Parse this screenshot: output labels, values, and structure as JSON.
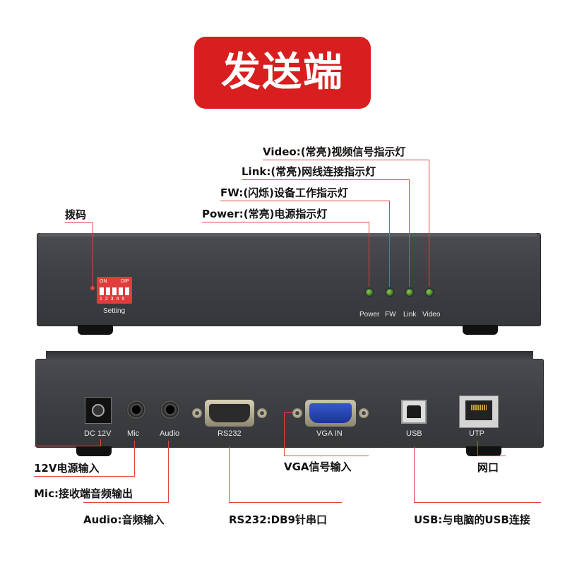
{
  "header": {
    "title": "发送端"
  },
  "front_panel": {
    "callouts": {
      "video": "Video:(常亮)视频信号指示灯",
      "link": "Link:(常亮)网线连接指示灯",
      "fw": "FW:(闪烁)设备工作指示灯",
      "power": "Power:(常亮)电源指示灯",
      "dip": "拨码"
    },
    "dip_switch": {
      "on": "ON",
      "dip": "DIP",
      "numbers": "1 2 3 4 5",
      "label": "Setting"
    },
    "leds": [
      {
        "label": "Power",
        "color": "#5fb03a"
      },
      {
        "label": "FW",
        "color": "#5fb03a"
      },
      {
        "label": "Link",
        "color": "#5fb03a"
      },
      {
        "label": "Video",
        "color": "#5fb03a"
      }
    ]
  },
  "rear_panel": {
    "ports": {
      "dc": "DC 12V",
      "mic": "Mic",
      "audio": "Audio",
      "rs232": "RS232",
      "vga": "VGA IN",
      "usb": "USB",
      "utp": "UTP"
    },
    "callouts": {
      "dc": "12V电源输入",
      "mic": "Mic:接收端音频输出",
      "audio": "Audio:音频输入",
      "rs232": "RS232:DB9针串口",
      "vga": "VGA信号输入",
      "usb": "USB:与电脑的USB连接",
      "utp": "网口"
    }
  },
  "colors": {
    "accent": "#d81e1e",
    "callout_line": "#e3453d",
    "panel": "#3d3f43"
  }
}
